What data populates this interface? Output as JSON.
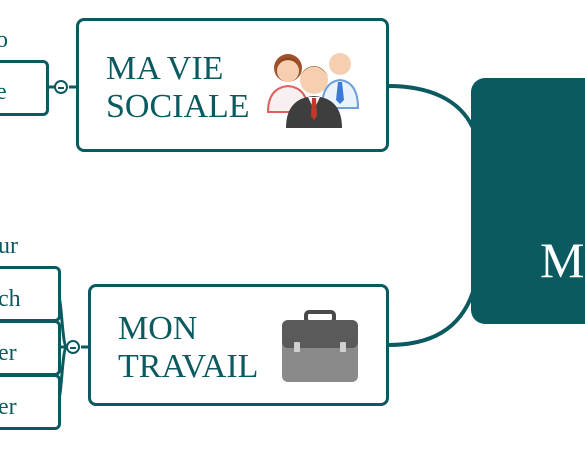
{
  "colors": {
    "primary": "#0b5a60",
    "background": "#ffffff",
    "text_on_primary": "#ffffff"
  },
  "central": {
    "text": "M"
  },
  "top_branch": {
    "title_line1": "MA VIE",
    "title_line2": "SOCIALE",
    "icon": "people-group-icon",
    "left_fragments": [
      "o",
      "e"
    ]
  },
  "bottom_branch": {
    "title_line1": "MON",
    "title_line2": "TRAVAIL",
    "icon": "briefcase-icon",
    "left_fragments": [
      "ur",
      "ch",
      "er",
      "er"
    ]
  }
}
